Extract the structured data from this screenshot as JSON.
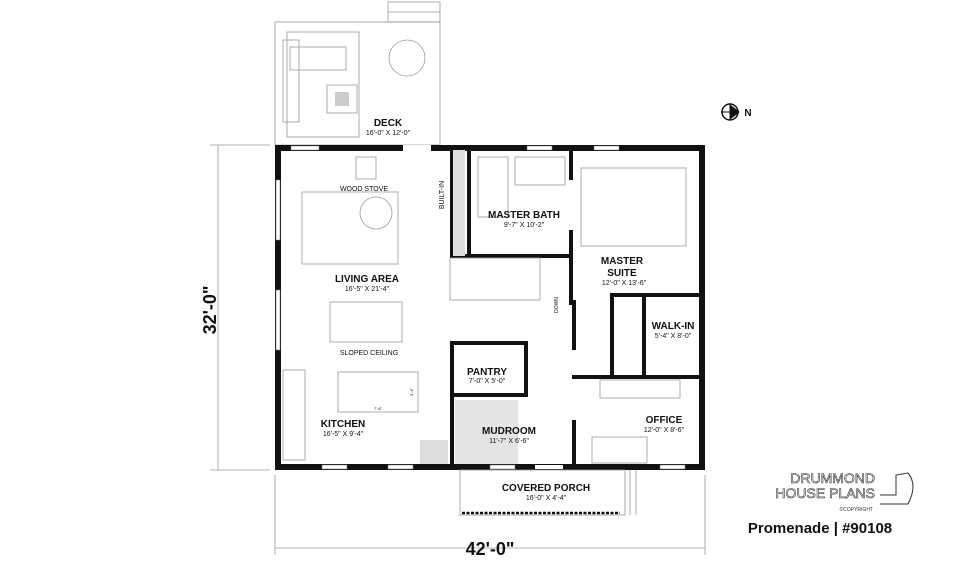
{
  "plan": {
    "overall_depth": "32'-0\"",
    "overall_width": "42'-0\"",
    "compass_label": "N",
    "rooms": {
      "deck": {
        "name": "DECK",
        "size": "16'-0\" X 12'-0\""
      },
      "master_bath": {
        "name": "MASTER BATH",
        "size": "9'-7\" X 10'-2\""
      },
      "living_area": {
        "name": "LIVING AREA",
        "size": "16'-5\" X 21'-4\""
      },
      "master_suite": {
        "name_line1": "MASTER",
        "name_line2": "SUITE",
        "size": "12'-0\" X 13'-6\""
      },
      "walk_in": {
        "name": "WALK-IN",
        "size": "5'-4\" X 8'-0\""
      },
      "pantry": {
        "name": "PANTRY",
        "size": "7'-0\" X 5'-0\""
      },
      "office": {
        "name": "OFFICE",
        "size": "12'-0\" X 8'-6\""
      },
      "kitchen": {
        "name": "KITCHEN",
        "size": "16'-5\" X 9'-4\""
      },
      "mudroom": {
        "name": "MUDROOM",
        "size": "11'-7\" X 6'-6\""
      },
      "covered_porch": {
        "name": "COVERED PORCH",
        "size": "16'-0\" X 4'-4\""
      }
    },
    "annotations": {
      "wood_stove": "WOOD STOVE",
      "built_in": "BUILT-IN",
      "sloped_ceiling": "SLOPED CEILING",
      "down": "DOWN",
      "island_length": "7'-8\"",
      "island_width": "3'-4\""
    }
  },
  "branding": {
    "logo_line1": "DRUMMOND",
    "logo_line2": "HOUSE PLANS",
    "copyright": "©COPYRIGHT",
    "plan_title": "Promenade | #90108"
  }
}
